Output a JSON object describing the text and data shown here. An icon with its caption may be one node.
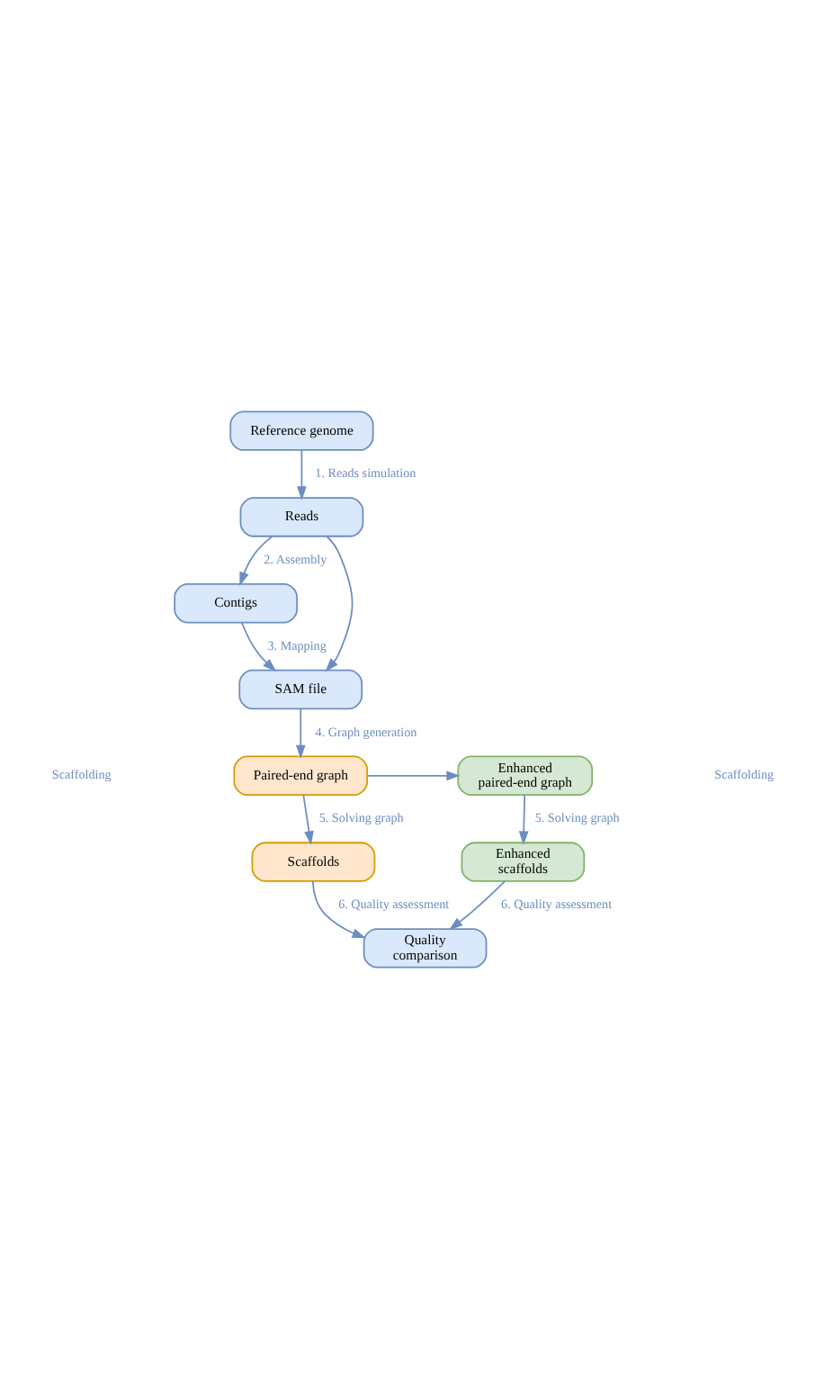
{
  "diagram": {
    "nodes": [
      {
        "text": [
          "Reference genome"
        ]
      },
      {
        "text": [
          "Reads"
        ]
      },
      {
        "text": [
          "Contigs"
        ]
      },
      {
        "text": [
          "SAM file"
        ]
      },
      {
        "text": [
          "Paired-end graph"
        ]
      },
      {
        "text": [
          "Enhanced paired-end graph"
        ]
      },
      {
        "text": [
          "Scaffolds"
        ]
      },
      {
        "text": [
          "Enhanced scaffolds"
        ]
      },
      {
        "text": [
          "Quality comparison"
        ]
      }
    ],
    "edges": [
      {
        "from": 0,
        "to": 1,
        "arrow": "to",
        "label": "1. Reads simulation"
      },
      {
        "from": 1,
        "to": 2,
        "arrow": "to",
        "label": "2. Assembly"
      },
      {
        "from": 2,
        "to": 3,
        "arrow": "to",
        "label": "3. Mapping"
      },
      {
        "from": 1,
        "to": 3,
        "arrow": "to"
      },
      {
        "from": 3,
        "to": 4,
        "arrow": "to",
        "label": "4. Graph generation"
      },
      {
        "from": 4,
        "to": 5,
        "arrow": "to"
      },
      {
        "from": 4,
        "to": 6,
        "arrow": "to",
        "label": "5. Solving graph"
      },
      {
        "from": 5,
        "to": 7,
        "arrow": "to",
        "label": "5. Solving graph"
      },
      {
        "from": 6,
        "to": 8,
        "arrow": "to",
        "label": "6. Quality assessment"
      },
      {
        "from": 7,
        "to": 8,
        "arrow": "to",
        "label": "6. Quality assessment"
      }
    ],
    "labels": [
      "Scaffolding",
      "Scaffolding"
    ]
  }
}
